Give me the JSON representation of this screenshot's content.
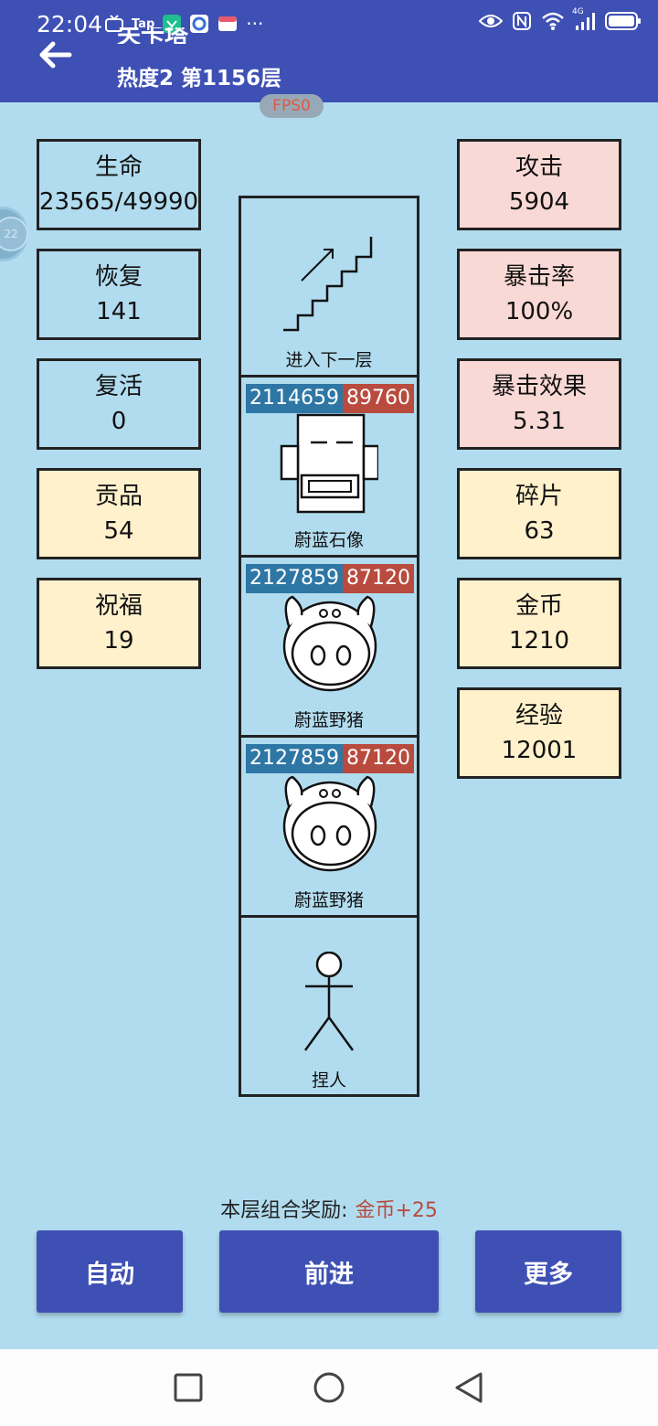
{
  "status_bar": {
    "time": "22:04",
    "network": "4G"
  },
  "header": {
    "title_partial": "关卡塔",
    "subtitle": "热度2 第1156层"
  },
  "fps_badge": "FPS0",
  "float_ball_text": "22",
  "stats_left": [
    {
      "label": "生命",
      "value": "23565/49990",
      "tone": "blue"
    },
    {
      "label": "恢复",
      "value": "141",
      "tone": "blue"
    },
    {
      "label": "复活",
      "value": "0",
      "tone": "blue"
    },
    {
      "label": "贡品",
      "value": "54",
      "tone": "yellow"
    },
    {
      "label": "祝福",
      "value": "19",
      "tone": "yellow"
    }
  ],
  "stats_right": [
    {
      "label": "攻击",
      "value": "5904",
      "tone": "pink"
    },
    {
      "label": "暴击率",
      "value": "100%",
      "tone": "pink"
    },
    {
      "label": "暴击效果",
      "value": "5.31",
      "tone": "pink"
    },
    {
      "label": "碎片",
      "value": "63",
      "tone": "yellow"
    },
    {
      "label": "金币",
      "value": "1210",
      "tone": "yellow"
    },
    {
      "label": "经验",
      "value": "12001",
      "tone": "yellow"
    }
  ],
  "tower": {
    "stairs": {
      "label": "进入下一层"
    },
    "enemies": [
      {
        "name": "蔚蓝石像",
        "hp": "2114659",
        "atk": "89760",
        "icon": "statue-icon"
      },
      {
        "name": "蔚蓝野猪",
        "hp": "2127859",
        "atk": "87120",
        "icon": "boar-icon"
      },
      {
        "name": "蔚蓝野猪",
        "hp": "2127859",
        "atk": "87120",
        "icon": "boar-icon"
      }
    ],
    "player": {
      "name": "捏人",
      "icon": "stick-figure-icon"
    }
  },
  "reward": {
    "label": "本层组合奖励:",
    "value": "金币+25"
  },
  "buttons": {
    "auto": "自动",
    "forward": "前进",
    "more": "更多"
  },
  "colors": {
    "header": "#3e50b4",
    "background": "#b1dcef",
    "hp_bar": "#2e77a5",
    "atk_bar": "#b94a3e",
    "pink_box": "#f9d9d5",
    "yellow_box": "#fff1cc"
  }
}
